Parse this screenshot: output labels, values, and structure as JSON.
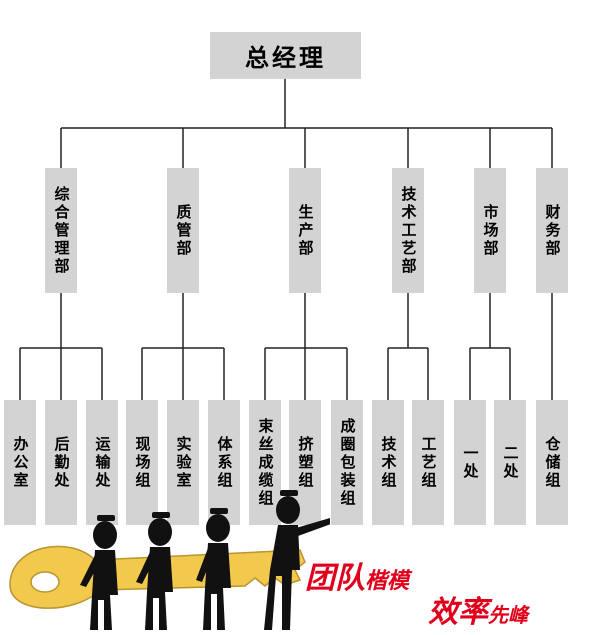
{
  "top": {
    "label": "总经理"
  },
  "departments": [
    {
      "label": "综合管理部"
    },
    {
      "label": "质管部"
    },
    {
      "label": "生产部"
    },
    {
      "label": "技术工艺部"
    },
    {
      "label": "市场部"
    },
    {
      "label": "财务部"
    }
  ],
  "groups": [
    {
      "label": "办公室"
    },
    {
      "label": "后勤处"
    },
    {
      "label": "运输处"
    },
    {
      "label": "现场组"
    },
    {
      "label": "实验室"
    },
    {
      "label": "体系组"
    },
    {
      "label": "束丝成缆组"
    },
    {
      "label": "挤塑组"
    },
    {
      "label": "成圈包装组"
    },
    {
      "label": "技术组"
    },
    {
      "label": "工艺组"
    },
    {
      "label": "一处"
    },
    {
      "label": "二处"
    },
    {
      "label": "仓储组"
    }
  ],
  "slogan": {
    "line1_a": "团队",
    "line1_b": "楷模",
    "line2_a": "效率",
    "line2_b": "先峰"
  },
  "colors": {
    "box": "#d3d3d3",
    "line": "#222222",
    "slogan": "#e0001b",
    "key": "#f2c94c"
  }
}
